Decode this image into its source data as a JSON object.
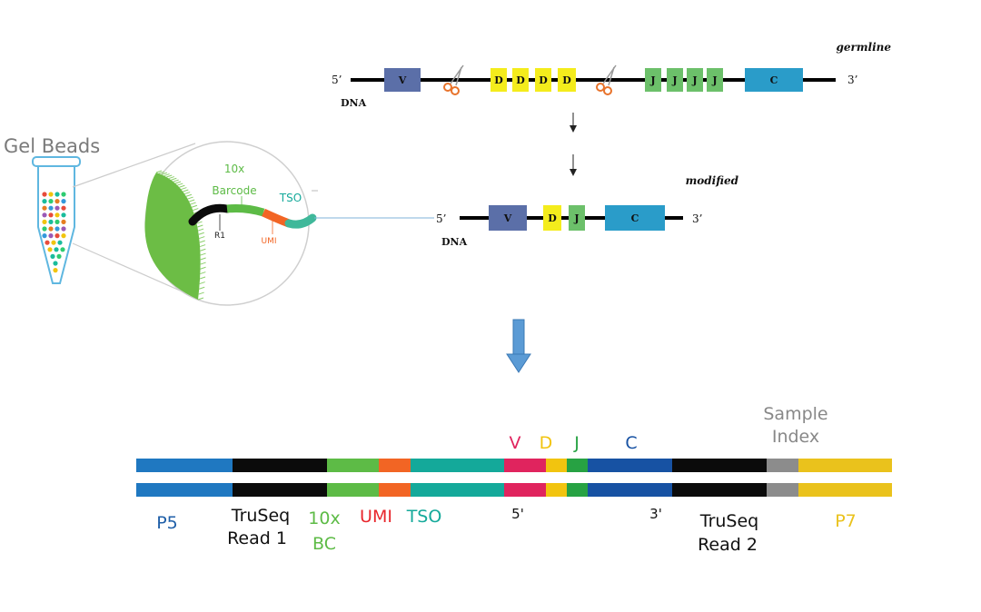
{
  "gel_beads": {
    "title": "Gel Beads",
    "bead_colors": [
      "#e74c3c",
      "#3498db",
      "#2ecc71",
      "#f1c40f",
      "#9b59b6",
      "#e67e22",
      "#1abc9c"
    ]
  },
  "bead_zoom": {
    "barcode_label_line1": "10x",
    "barcode_label_line2": "Barcode",
    "tso_label": "TSO",
    "r1_label": "R1",
    "umi_label": "UMI"
  },
  "germline": {
    "title": "germline",
    "five_prime": "5’",
    "three_prime": "3’",
    "dna_label": "DNA",
    "v_label": "V",
    "d_labels": [
      "D",
      "D",
      "D",
      "D"
    ],
    "j_labels": [
      "J",
      "J",
      "J",
      "J"
    ],
    "c_label": "C"
  },
  "modified": {
    "title": "modified",
    "five_prime": "5’",
    "three_prime": "3’",
    "dna_label": "DNA",
    "v_label": "V",
    "d_label": "D",
    "j_label": "J",
    "c_label": "C"
  },
  "library": {
    "top_labels": {
      "v": "V",
      "d": "D",
      "j": "J",
      "c": "C",
      "sample_index_line1": "Sample",
      "sample_index_line2": "Index"
    },
    "bottom_labels": {
      "p5": "P5",
      "truseq_read1_line1": "TruSeq",
      "truseq_read1_line2": "Read 1",
      "bc_line1": "10x",
      "bc_line2": "BC",
      "umi": "UMI",
      "tso": "TSO",
      "five_prime": "5'",
      "three_prime": "3'",
      "truseq_read2_line1": "TruSeq",
      "truseq_read2_line2": "Read 2",
      "p7": "P7"
    }
  },
  "colors": {
    "v_block": "#5b6fa8",
    "d_block": "#f4ec1c",
    "j_block": "#6cc06a",
    "c_block": "#2a9cc9",
    "scissors": "#e8732b",
    "p5": "#1f78c1",
    "truseq": "#0b0b0b",
    "bc": "#5dbb46",
    "umi": "#f26524",
    "tso": "#14a99a",
    "v_lib": "#e0245e",
    "d_lib": "#f2c40f",
    "j_lib": "#27a243",
    "c_lib": "#1752a3",
    "sample_index": "#8c8c8c",
    "p7": "#eac21c",
    "down_arrow": "#5b9bd5"
  }
}
